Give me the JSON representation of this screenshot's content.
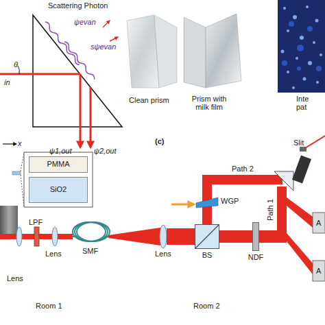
{
  "diagram": {
    "nodes": [
      {
        "text": [
          "PMMA"
        ]
      },
      {
        "text": [
          "SiO2"
        ]
      },
      {
        "text": [
          "BS"
        ]
      },
      {
        "text": [
          "NDF"
        ]
      }
    ],
    "edges": [
      {
        "from": 2,
        "to": 3,
        "arrow": "none"
      }
    ],
    "labels": [
      "Scattering Photon",
      "ψevan",
      "sψevan",
      "θ",
      "in",
      "ψ1,out",
      "ψ2,out",
      "x",
      "Clean prism",
      "Prism with milk film",
      "Inte pat",
      "(c)",
      "Path 2",
      "WGP",
      "Path 1",
      "Slit",
      "LPF",
      "Lens",
      "SMF",
      "Lens",
      "Room 1",
      "Room 2",
      "Lens",
      "A",
      "A"
    ]
  }
}
